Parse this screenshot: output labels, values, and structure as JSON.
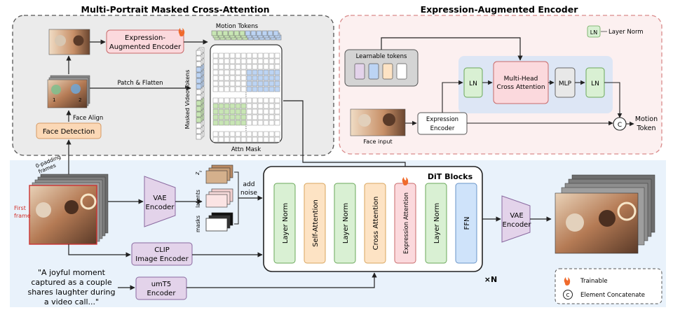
{
  "section_mpmca": {
    "title": "Multi-Portrait Masked Cross-Attention"
  },
  "section_eae": {
    "title": "Expression-Augmented Encoder"
  },
  "left_panel": {
    "eae_box": [
      "Expression-",
      "Augmented  Encoder"
    ],
    "motion_tokens": "Motion Tokens",
    "patch_flatten": "Patch & Flatten",
    "face_align": "Face Align",
    "face_detection": "Face Detection",
    "masked_video_tokens": "Masked Video Tokens",
    "attn_mask": "Attn Mask",
    "face_ids": [
      "1",
      "2"
    ]
  },
  "right_panel": {
    "ln_legend_box": "LN",
    "ln_legend_text": "Layer Norm",
    "learnable_tokens": "Learnable tokens",
    "ln1": "LN",
    "mhca": [
      "Multi-Head",
      "Cross Attention"
    ],
    "mlp": "MLP",
    "ln2": "LN",
    "expression_encoder": [
      "Expression",
      "Encoder"
    ],
    "face_input": "Face input",
    "concat_symbol": "C",
    "motion_token": [
      "Motion",
      "Token"
    ]
  },
  "bottom": {
    "zero_padding": [
      "0-padding",
      "frames"
    ],
    "first_frame": [
      "First",
      "frame"
    ],
    "vae_encoder": [
      "VAE",
      "Encoder"
    ],
    "z_label": "z",
    "z_sub": "t",
    "latents": "latents",
    "masks": "masks",
    "add_noise": [
      "add",
      "noise"
    ],
    "dit_title": "DiT Blocks",
    "dit_blocks": [
      "Layer Norm",
      "Self-Attention",
      "Layer Norm",
      "Cross Attention",
      "Expression Attention",
      "Layer Norm",
      "FFN"
    ],
    "times_n": "×N",
    "vae_encoder_out": [
      "VAE",
      "Encoder"
    ],
    "clip": [
      "CLIP",
      "Image Encoder"
    ],
    "umt5": [
      "umT5",
      "Encoder"
    ],
    "prompt": [
      "\"A joyful moment",
      "captured as a couple",
      "shares laughter during",
      "a video call...\""
    ],
    "legend_trainable": "Trainable",
    "legend_concat": "Element Concatenate",
    "legend_concat_symbol": "C"
  },
  "colors": {
    "left_bg": "#ebebeb",
    "right_bg": "#fcf0f0",
    "bottom_bg": "#e9f2fb",
    "ln_green": "#d9f0d3",
    "attn_orange": "#fde3c4",
    "cross_pink": "#fbd9dd",
    "ffn_blue": "#cfe3fa",
    "vae_purple": "#e3d3ea",
    "face_detect_orange": "#fbd8b6",
    "flame": "#f06a2c",
    "token_green": "#c8e6b4",
    "token_blue": "#bcd4f4"
  }
}
